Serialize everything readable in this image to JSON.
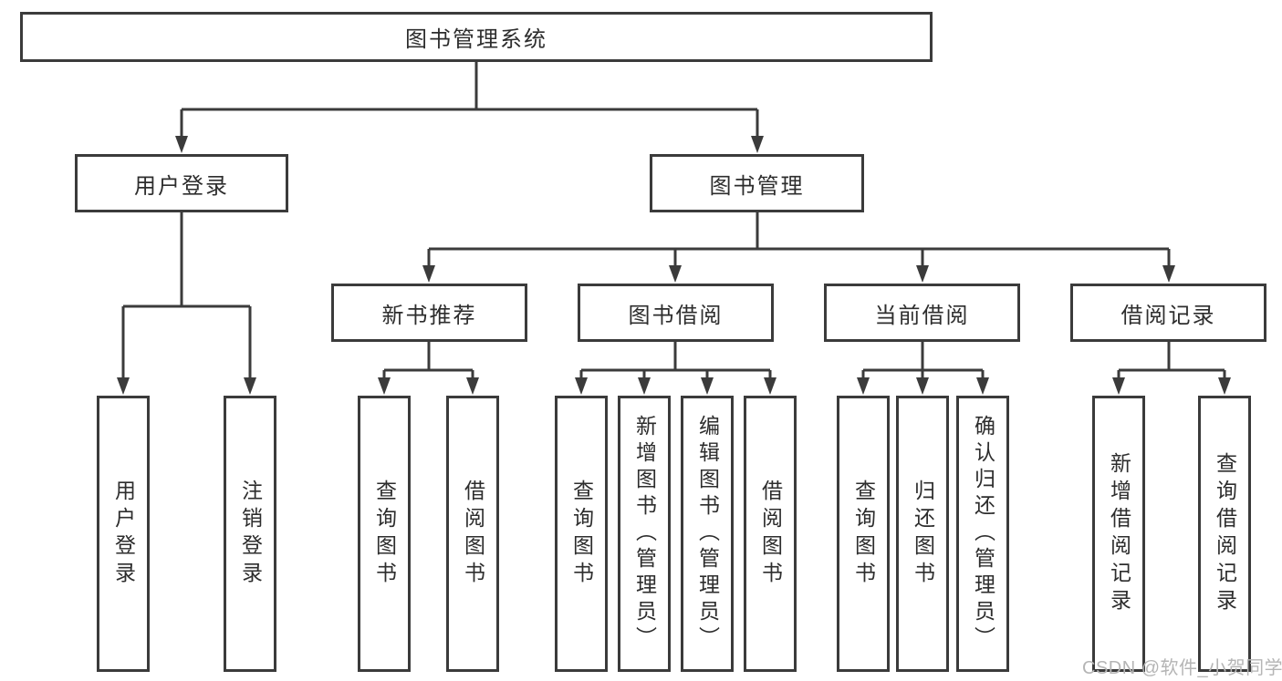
{
  "tree": {
    "root": {
      "label": "图书管理系统"
    },
    "branches": [
      {
        "label": "用户登录",
        "children": [
          {
            "label": "用户登录"
          },
          {
            "label": "注销登录"
          }
        ]
      },
      {
        "label": "图书管理",
        "children": [
          {
            "label": "新书推荐",
            "children": [
              {
                "label": "查询图书"
              },
              {
                "label": "借阅图书"
              }
            ]
          },
          {
            "label": "图书借阅",
            "children": [
              {
                "label": "查询图书"
              },
              {
                "label": "新增图书（管理员）"
              },
              {
                "label": "编辑图书（管理员）"
              },
              {
                "label": "借阅图书"
              }
            ]
          },
          {
            "label": "当前借阅",
            "children": [
              {
                "label": "查询图书"
              },
              {
                "label": "归还图书"
              },
              {
                "label": "确认归还（管理员）"
              }
            ]
          },
          {
            "label": "借阅记录",
            "children": [
              {
                "label": "新增借阅记录"
              },
              {
                "label": "查询借阅记录"
              }
            ]
          }
        ]
      }
    ]
  },
  "watermark": "CSDN @软件_小贺同学",
  "colors": {
    "line": "#3b3b3b",
    "text": "#2d2d2d",
    "watermark": "#b5b5b5",
    "background": "#ffffff"
  }
}
